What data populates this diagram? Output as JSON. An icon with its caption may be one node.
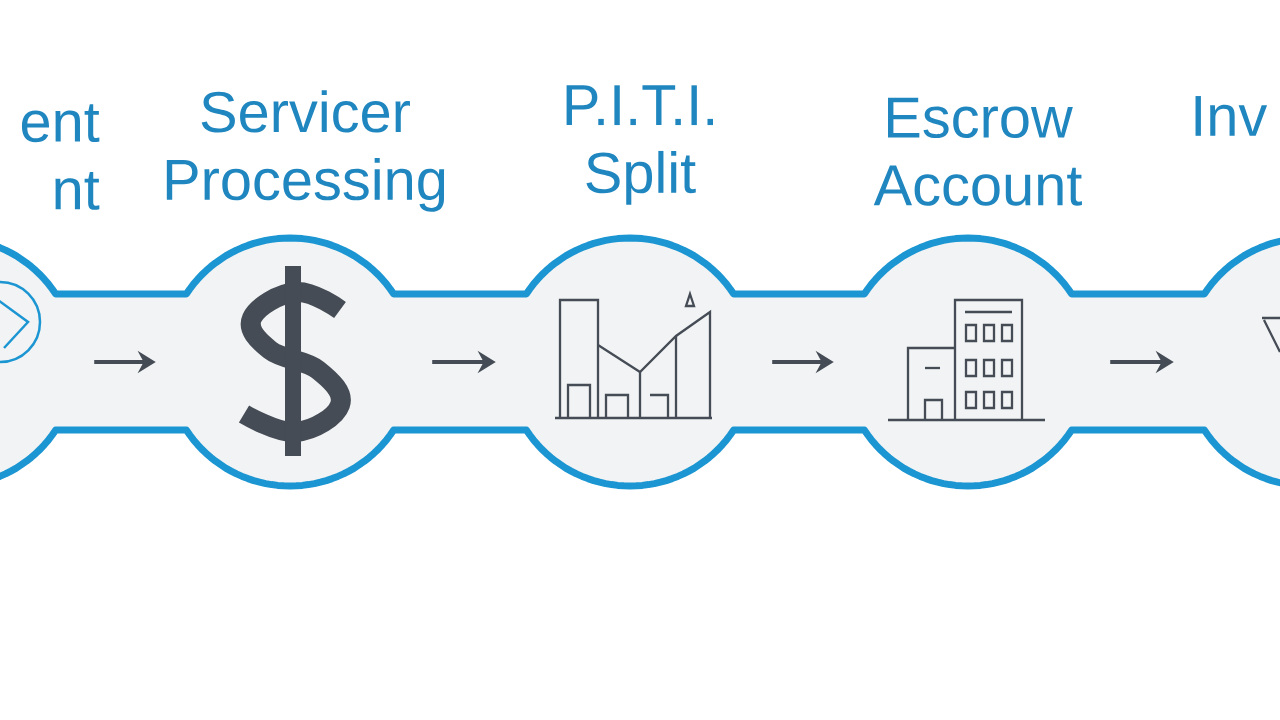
{
  "diagram": {
    "nodes": [
      {
        "text": [
          "ent nt"
        ]
      },
      {
        "text": [
          "Servicer Processing"
        ]
      },
      {
        "text": [
          "P.I.T.I. Split"
        ]
      },
      {
        "text": [
          "Escrow Account"
        ]
      },
      {
        "text": [
          "Inv"
        ]
      }
    ],
    "edges": [
      {
        "from": 0,
        "to": 1,
        "arrow": "to"
      },
      {
        "from": 1,
        "to": 2,
        "arrow": "to"
      },
      {
        "from": 2,
        "to": 3,
        "arrow": "to"
      },
      {
        "from": 3,
        "to": 4,
        "arrow": "to"
      }
    ]
  }
}
